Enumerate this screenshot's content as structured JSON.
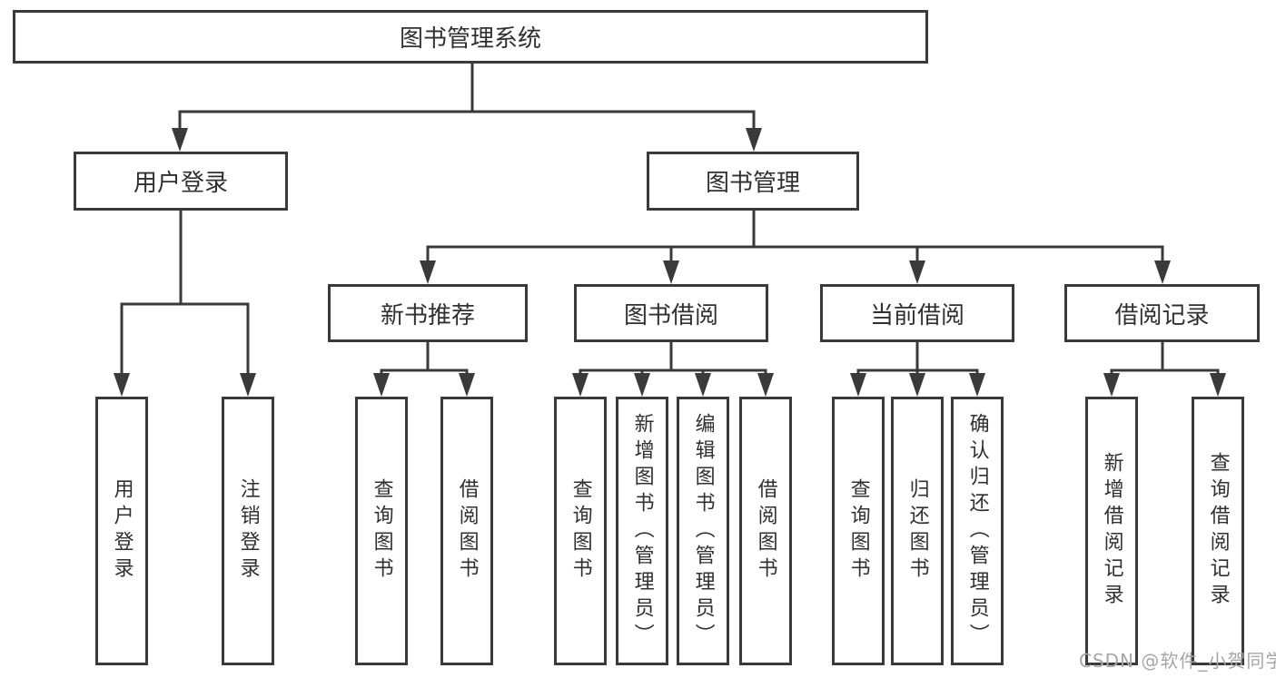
{
  "colors": {
    "line": "#3a3a3a",
    "arrow": "#3a3a3a",
    "box_border": "#3a3a3a",
    "text": "#303030",
    "background": "#ffffff",
    "watermark": "#a6a6a6"
  },
  "watermark": {
    "text": "CSDN @软件_小贺同学"
  },
  "tree": {
    "label": "图书管理系统",
    "children": [
      {
        "label": "用户登录",
        "children": [
          {
            "label": "用户登录"
          },
          {
            "label": "注销登录"
          }
        ]
      },
      {
        "label": "图书管理",
        "children": [
          {
            "label": "新书推荐",
            "children": [
              {
                "label": "查询图书"
              },
              {
                "label": "借阅图书"
              }
            ]
          },
          {
            "label": "图书借阅",
            "children": [
              {
                "label": "查询图书"
              },
              {
                "label": "新增图书（管理员）"
              },
              {
                "label": "编辑图书（管理员）"
              },
              {
                "label": "借阅图书"
              }
            ]
          },
          {
            "label": "当前借阅",
            "children": [
              {
                "label": "查询图书"
              },
              {
                "label": "归还图书"
              },
              {
                "label": "确认归还（管理员）"
              }
            ]
          },
          {
            "label": "借阅记录",
            "children": [
              {
                "label": "新增借阅记录"
              },
              {
                "label": "查询借阅记录"
              }
            ]
          }
        ]
      }
    ]
  }
}
